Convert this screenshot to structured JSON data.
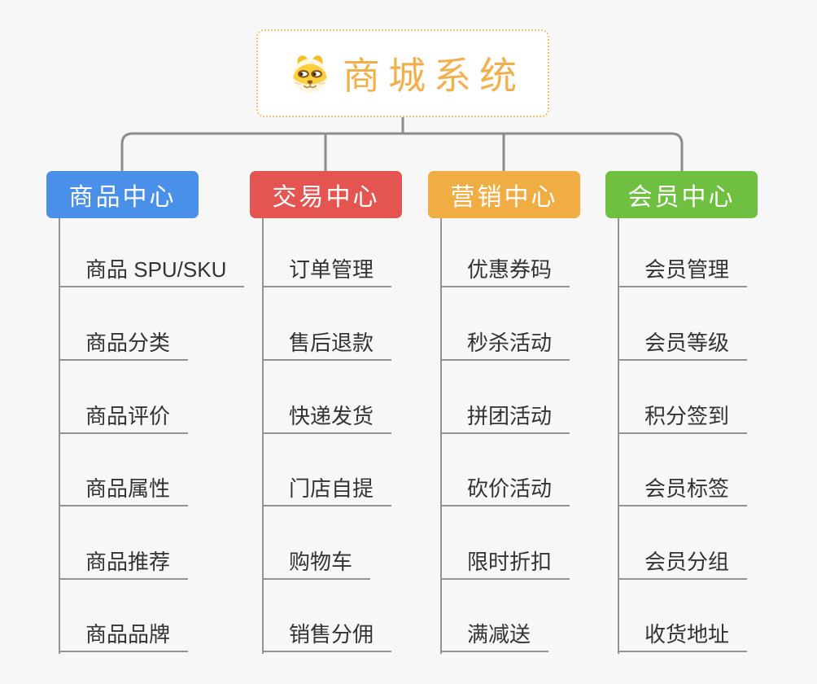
{
  "root": {
    "title": "商城系统",
    "icon": "dog-face-icon",
    "title_color": "#F2B04C",
    "border_color": "#F5C06A"
  },
  "background_color": "#F7F7F7",
  "connector_color": "#8C8C8C",
  "leaf_line_color": "#939393",
  "leaf_text_color": "#333333",
  "branches": [
    {
      "label": "商品中心",
      "color": "#4A8FE8",
      "items": [
        "商品 SPU/SKU",
        "商品分类",
        "商品评价",
        "商品属性",
        "商品推荐",
        "商品品牌"
      ]
    },
    {
      "label": "交易中心",
      "color": "#E45552",
      "items": [
        "订单管理",
        "售后退款",
        "快递发货",
        "门店自提",
        "购物车",
        "销售分佣"
      ]
    },
    {
      "label": "营销中心",
      "color": "#EFAD43",
      "items": [
        "优惠券码",
        "秒杀活动",
        "拼团活动",
        "砍价活动",
        "限时折扣",
        "满减送"
      ]
    },
    {
      "label": "会员中心",
      "color": "#6FC040",
      "items": [
        "会员管理",
        "会员等级",
        "积分签到",
        "会员标签",
        "会员分组",
        "收货地址"
      ]
    }
  ]
}
